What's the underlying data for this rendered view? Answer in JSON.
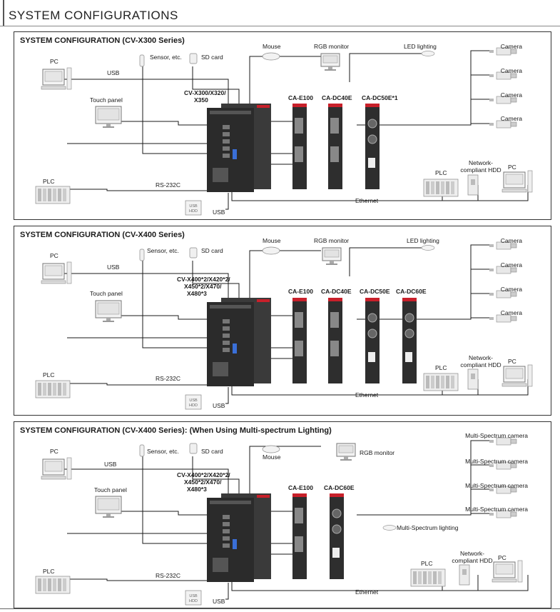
{
  "page_title": "SYSTEM CONFIGURATIONS",
  "panels": [
    {
      "title": "SYSTEM CONFIGURATION (CV-X300 Series)",
      "labels": {
        "pc": "PC",
        "usb_top": "USB",
        "touch_panel": "Touch panel",
        "plc": "PLC",
        "rs232": "RS-232C",
        "usb_bottom": "USB",
        "sensor": "Sensor, etc.",
        "sd": "SD card",
        "mouse": "Mouse",
        "rgb": "RGB monitor",
        "led": "LED lighting",
        "controller_1": "CV-X300/X320/",
        "controller_2": "X350",
        "unit1": "CA-E100",
        "unit2": "CA-DC40E",
        "unit3": "CA-DC50E*1",
        "plc_right": "PLC",
        "hdd_1": "Network-",
        "hdd_2": "compliant HDD",
        "pc_right": "PC",
        "ethernet": "Ethernet",
        "cameras": [
          "Camera",
          "Camera",
          "Camera",
          "Camera"
        ]
      }
    },
    {
      "title": "SYSTEM CONFIGURATION (CV-X400 Series)",
      "labels": {
        "pc": "PC",
        "usb_top": "USB",
        "touch_panel": "Touch panel",
        "plc": "PLC",
        "rs232": "RS-232C",
        "usb_bottom": "USB",
        "sensor": "Sensor, etc.",
        "sd": "SD card",
        "mouse": "Mouse",
        "rgb": "RGB monitor",
        "led": "LED lighting",
        "controller_1": "CV-X400*2/X420*2/",
        "controller_2": "X450*2/X470/",
        "controller_3": "X480*3",
        "unit1": "CA-E100",
        "unit2": "CA-DC40E",
        "unit3": "CA-DC50E",
        "unit4": "CA-DC60E",
        "plc_right": "PLC",
        "hdd_1": "Network-",
        "hdd_2": "compliant HDD",
        "pc_right": "PC",
        "ethernet": "Ethernet",
        "cameras": [
          "Camera",
          "Camera",
          "Camera",
          "Camera"
        ]
      }
    },
    {
      "title": "SYSTEM CONFIGURATION (CV-X400 Series): (When Using Multi-spectrum Lighting)",
      "labels": {
        "pc": "PC",
        "usb_top": "USB",
        "touch_panel": "Touch panel",
        "plc": "PLC",
        "rs232": "RS-232C",
        "usb_bottom": "USB",
        "sensor": "Sensor, etc.",
        "sd": "SD card",
        "mouse": "Mouse",
        "rgb": "RGB monitor",
        "controller_1": "CV-X400*2/X420*2/",
        "controller_2": "X450*2/X470/",
        "controller_3": "X480*3",
        "unit1": "CA-E100",
        "unit2": "CA-DC60E",
        "ms_lighting": "Multi-Spectrum lighting",
        "plc_right": "PLC",
        "hdd_1": "Network-",
        "hdd_2": "compliant HDD",
        "pc_right": "PC",
        "ethernet": "Ethernet",
        "cameras": [
          "Multi-Spectrum camera",
          "Multi-Spectrum camera",
          "Multi-Spectrum camera",
          "Multi-Spectrum camera"
        ]
      }
    }
  ],
  "usb_hdd_label": "USB HDD",
  "colors": {
    "controller": "#2b2b2b",
    "accent_red": "#c8202a",
    "line": "#1a1a1a",
    "device_gray": "#bdbdbd"
  }
}
